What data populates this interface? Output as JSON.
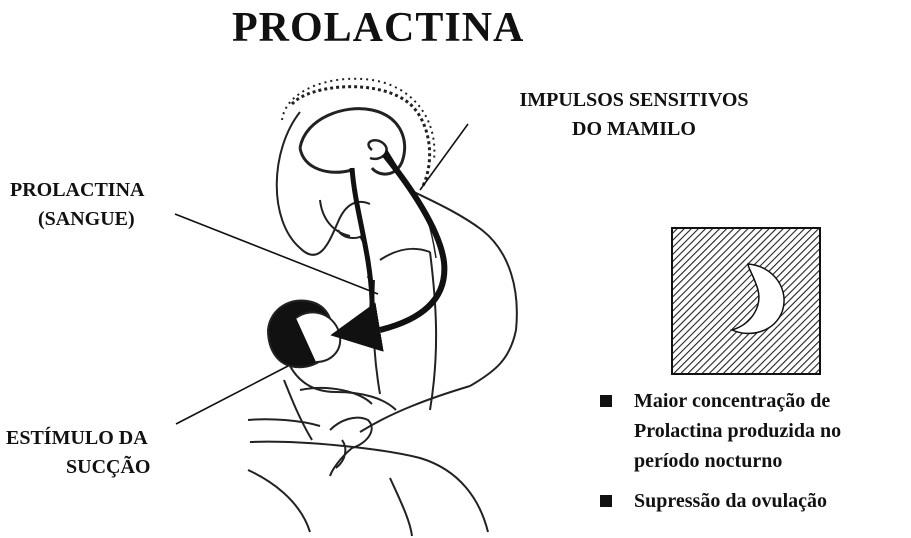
{
  "title": "PROLACTINA",
  "labels": {
    "impulsos_line1": "IMPULSOS SENSITIVOS",
    "impulsos_line2": "DO MAMILO",
    "prolactina_line1": "PROLACTINA",
    "prolactina_line2": "(SANGUE)",
    "estimulo_line1": "ESTÍMULO DA",
    "estimulo_line2": "SUCÇÃO"
  },
  "bullets": [
    "Maior concentração de Prolactina produzida no período nocturno",
    "Supressão da ovulação"
  ],
  "icons": {
    "night": "moon-icon",
    "bullet": "square-bullet-icon"
  }
}
